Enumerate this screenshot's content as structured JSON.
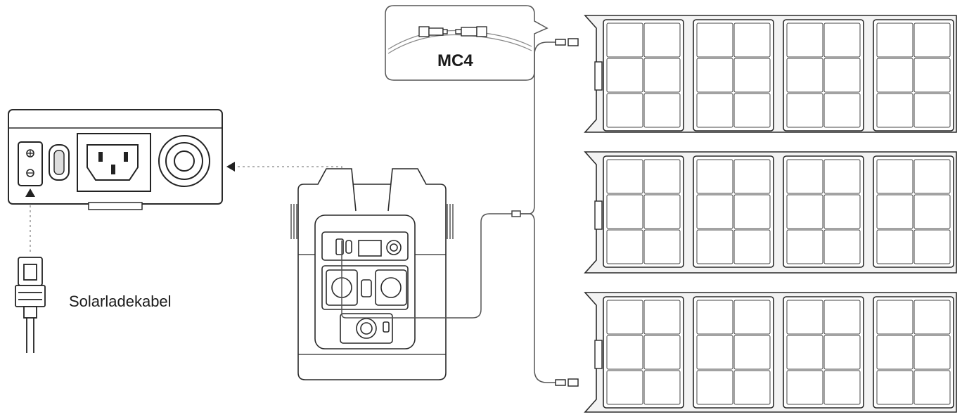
{
  "labels": {
    "connector_callout": "MC4",
    "cable_name": "Solarladekabel"
  },
  "colors": {
    "line": "#3a3a3a",
    "stroke_dark": "#2a2a2a",
    "cell_fill": "#ffffff",
    "panel_fill": "#f3f3f3",
    "dotted": "#9a9a9a"
  },
  "solar_array": {
    "panel_rows": 3,
    "modules_per_row": 4
  },
  "icons": [
    "xt60-port-icon",
    "ac-socket-icon",
    "arrow-left-icon",
    "arrow-up-icon",
    "mc4-connector-icon"
  ]
}
